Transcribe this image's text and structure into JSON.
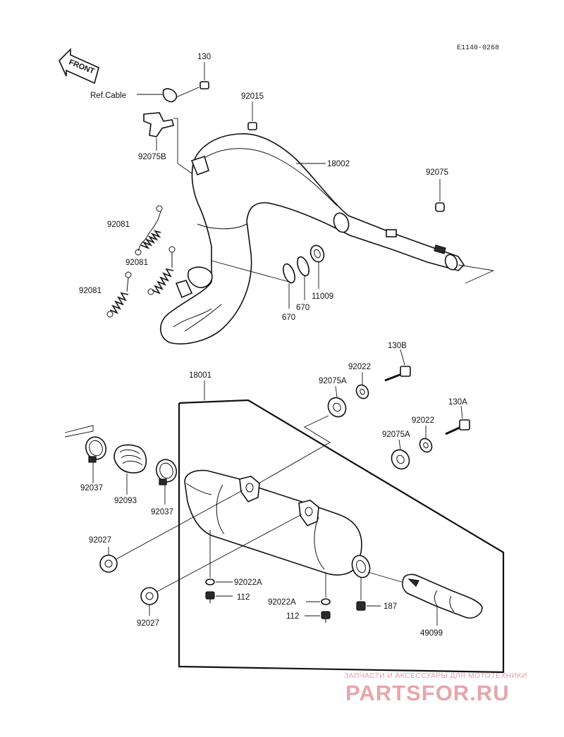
{
  "diagram_code": "E1140-0268",
  "front_label": "FRONT",
  "labels": {
    "p130": "130",
    "ref_cable": "Ref.Cable",
    "p92015": "92015",
    "p92075b": "92075B",
    "p18002": "18002",
    "p92075": "92075",
    "p92081_a": "92081",
    "p92081_b": "92081",
    "p92081_c": "92081",
    "p11009": "11009",
    "p670_a": "670",
    "p670_b": "670",
    "p18001": "18001",
    "p130b": "130B",
    "p92022_a": "92022",
    "p92075a_a": "92075A",
    "p130a": "130A",
    "p92022_b": "92022",
    "p92075a_b": "92075A",
    "p92037_a": "92037",
    "p92093": "92093",
    "p92037_b": "92037",
    "p92027_a": "92027",
    "p92027_b": "92027",
    "p92022a_a": "92022A",
    "p112_a": "112",
    "p92022a_b": "92022A",
    "p112_b": "112",
    "p187": "187",
    "p49099": "49099"
  },
  "watermark": {
    "tagline": "ЗАПЧАСТИ И АКСЕССУАРЫ ДЛЯ МОТОТЕХНИКИ",
    "site": "PARTSFOR.RU",
    "color": "#e8a5ab"
  }
}
